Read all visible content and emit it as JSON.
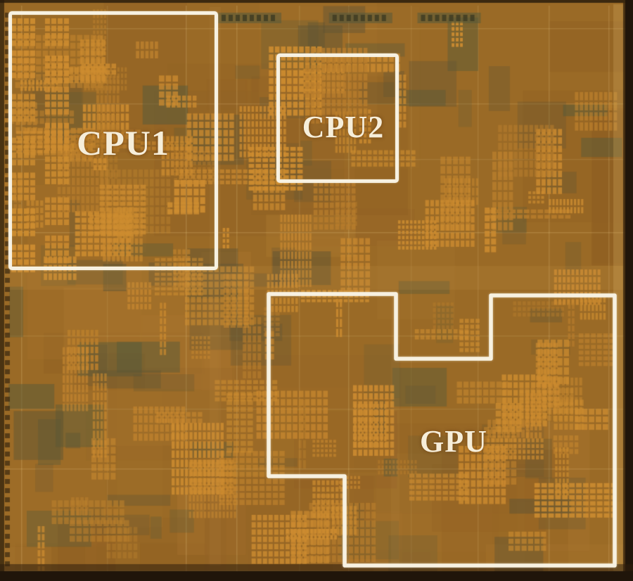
{
  "figure": {
    "kind": "annotated chip die photograph"
  },
  "regions": [
    {
      "name": "cpu1",
      "label": "CPU1"
    },
    {
      "name": "cpu2",
      "label": "CPU2"
    },
    {
      "name": "gpu",
      "label": "GPU"
    }
  ],
  "colors": {
    "die_base": "#9a6a26",
    "die_shade_a": "#8f5f22",
    "die_shade_b": "#a1702a",
    "die_shade_c": "#936325",
    "die_shade_d": "#a9752e",
    "array_bright": "#cd8c30",
    "array_mid": "#b97e2c",
    "block_dark": "#5e5434",
    "block_olive": "#565a3a",
    "grid_line": "#e6c682",
    "channel_light": "#c8964a",
    "edge_dark": "#20150a",
    "edge_brown": "#4a3312",
    "seam_light": "#d7af63",
    "outline": "#f7f1e1",
    "label_text": "#f6eeda"
  }
}
